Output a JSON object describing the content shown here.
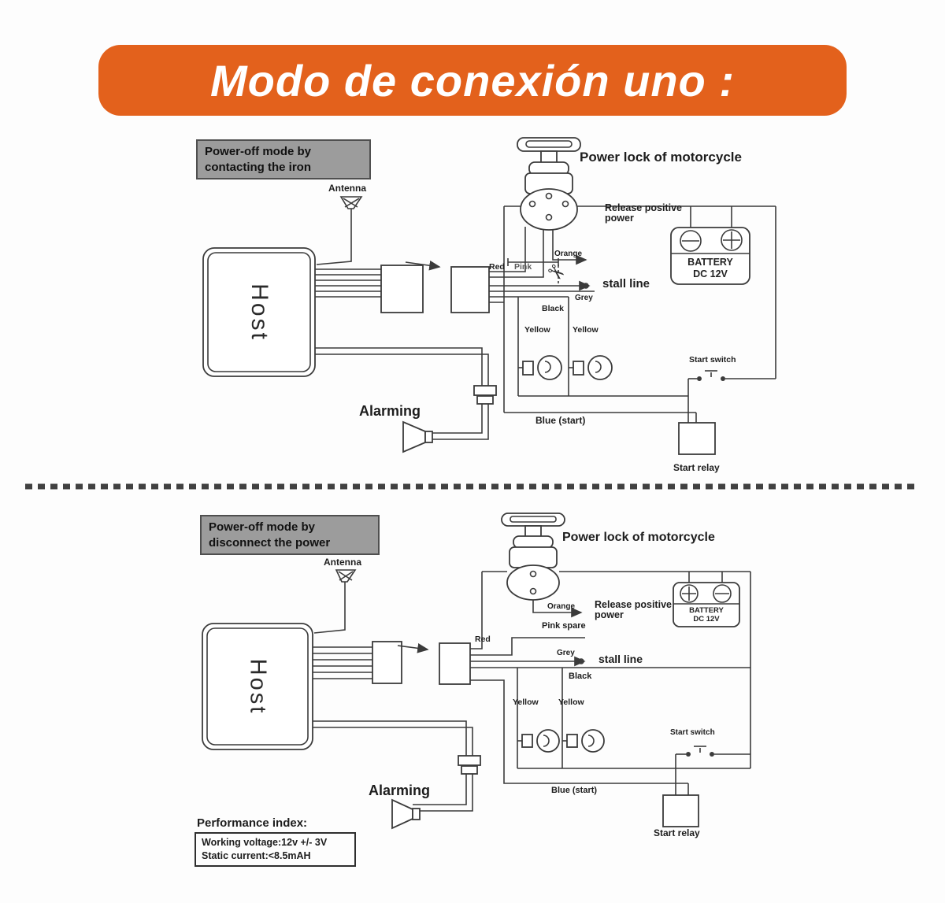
{
  "banner": {
    "title": "Modo de conexión uno :",
    "bg_color": "#e3611c",
    "text_color": "#ffffff"
  },
  "top": {
    "mode_note": "Power-off mode by\ncontacting the iron",
    "antenna": "Antenna",
    "host": "Host",
    "power_lock": "Power lock of motorcycle",
    "release_power": "Release positive\npower",
    "orange": "Orange",
    "red": "Red",
    "pink": "Pink",
    "stall_line": "stall line",
    "grey": "Grey",
    "black": "Black",
    "yellow_left": "Yellow",
    "yellow_right": "Yellow",
    "battery": "BATTERY\nDC 12V",
    "blue_start": "Blue (start)",
    "start_switch": "Start switch",
    "start_relay": "Start relay",
    "alarming": "Alarming",
    "scissors_icon": "✂"
  },
  "bottom": {
    "mode_note": "Power-off mode by\ndisconnect the power",
    "antenna": "Antenna",
    "host": "Host",
    "power_lock": "Power lock of motorcycle",
    "release_power": "Release positive\npower",
    "orange": "Orange",
    "red": "Red",
    "pink_spare": "Pink spare",
    "stall_line": "stall line",
    "grey": "Grey",
    "black": "Black",
    "yellow_left": "Yellow",
    "yellow_right": "Yellow",
    "battery": "BATTERY\nDC 12V",
    "blue_start": "Blue (start)",
    "start_switch": "Start switch",
    "start_relay": "Start relay",
    "alarming": "Alarming"
  },
  "performance": {
    "heading": "Performance index:",
    "lines": "Working voltage:12v +/- 3V\nStatic current:<8.5mAH"
  }
}
